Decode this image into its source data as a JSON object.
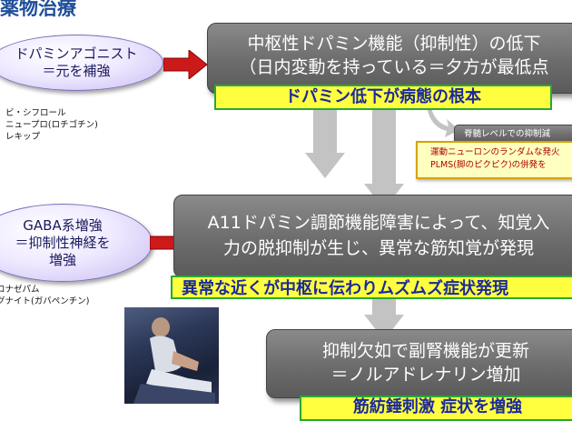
{
  "title": "薬物治療",
  "left_ellipses": [
    {
      "lines": [
        "ドパミンアゴニスト",
        "＝元を補強"
      ]
    },
    {
      "lines": [
        "GABA系増強",
        "＝抑制性神経を",
        "増強"
      ]
    }
  ],
  "drug_lists": [
    {
      "items": [
        "ビ・シフロール",
        "ニュープロ(ロチゴチン)",
        "レキップ"
      ]
    },
    {
      "items": [
        "ロナゼパム",
        "グナイト(ガバペンチン)"
      ]
    }
  ],
  "boxes": [
    {
      "lines": [
        "中枢性ドパミン機能（抑制性）の低下",
        "（日内変動を持っている＝夕方が最低点"
      ]
    },
    {
      "lines": [
        "A11ドパミン調節機能障害によって、知覚入",
        "力の脱抑制が生じ、異常な筋知覚が発現"
      ]
    },
    {
      "lines": [
        "抑制欠如で副腎機能が更新",
        "＝ノルアドレナリン増加"
      ]
    },
    {
      "lines": [
        "脊髄レベルでの抑制減"
      ]
    }
  ],
  "highlights": [
    {
      "text": "ドパミン低下が病態の根本"
    },
    {
      "text": "異常な近くが中枢に伝わりムズムズ症状発現"
    },
    {
      "text": "筋紡錘刺激 症状を増強"
    }
  ],
  "side_note": {
    "lines": [
      "運動ニューロンのランダムな発火",
      "PLMS(脚のピクピク)の併発を"
    ]
  },
  "colors": {
    "title": "#1f4e9a",
    "red_arrow": "#cc1a1a",
    "yellow_fill": "#ffff40",
    "yellow_border": "#28a834",
    "highlight_text": "#1a2a9a",
    "gray_box": "#6e6e6e",
    "gray_arrow": "#c3c3c3",
    "note_border": "#d4a400"
  }
}
